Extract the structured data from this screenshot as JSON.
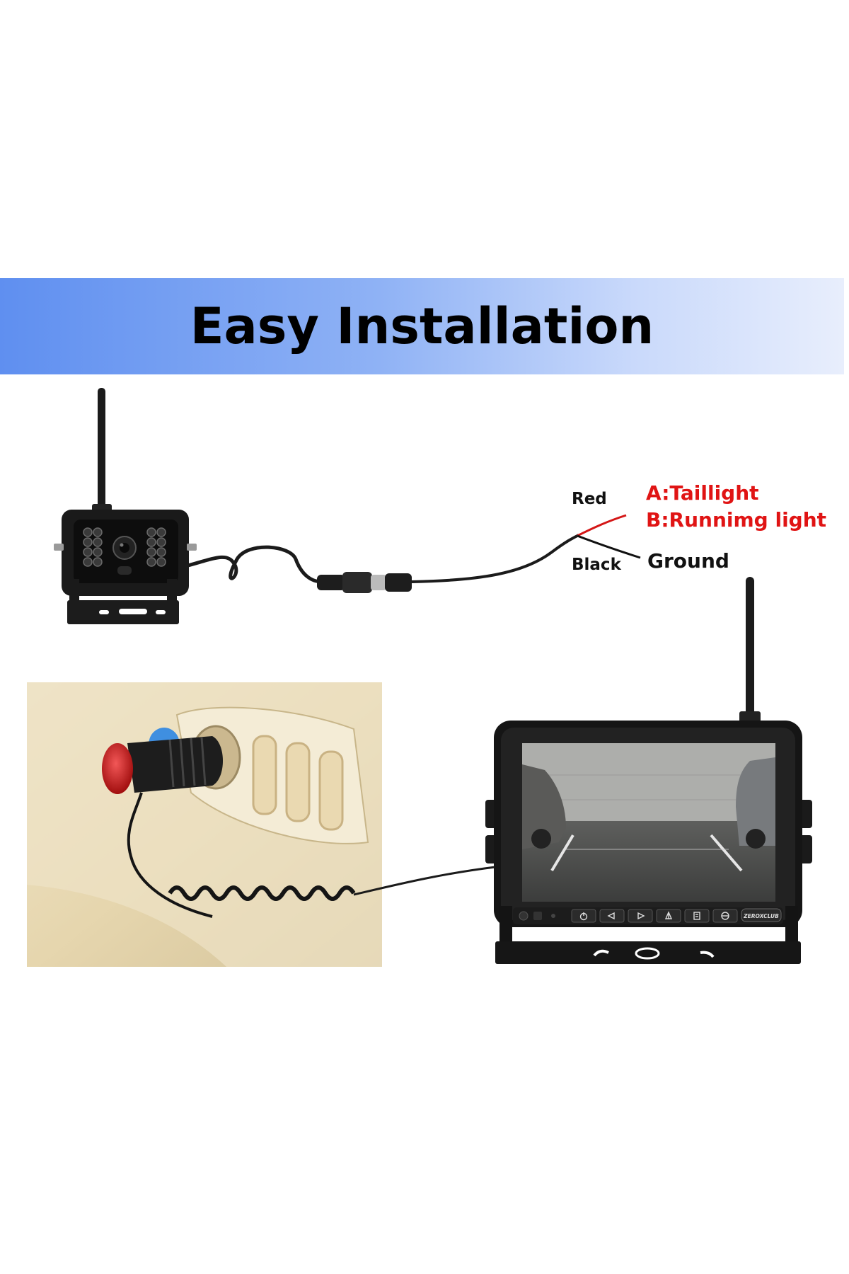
{
  "header": {
    "title": "Easy Installation"
  },
  "wiring": {
    "red_label": "Red",
    "black_label": "Black",
    "taillight_label": "A:Taillight",
    "running_light_label": "B:Runnimg light",
    "ground_label": "Ground"
  },
  "monitor": {
    "brand": "ZEROXCLUB"
  },
  "colors": {
    "banner_start": "#5f8ff0",
    "banner_end": "#e8eefc",
    "accent_red": "#e01414",
    "text": "#111111"
  },
  "icons": [
    "power-icon",
    "left-arrow-icon",
    "right-arrow-icon",
    "mirror-icon",
    "menu-icon",
    "split-icon"
  ]
}
